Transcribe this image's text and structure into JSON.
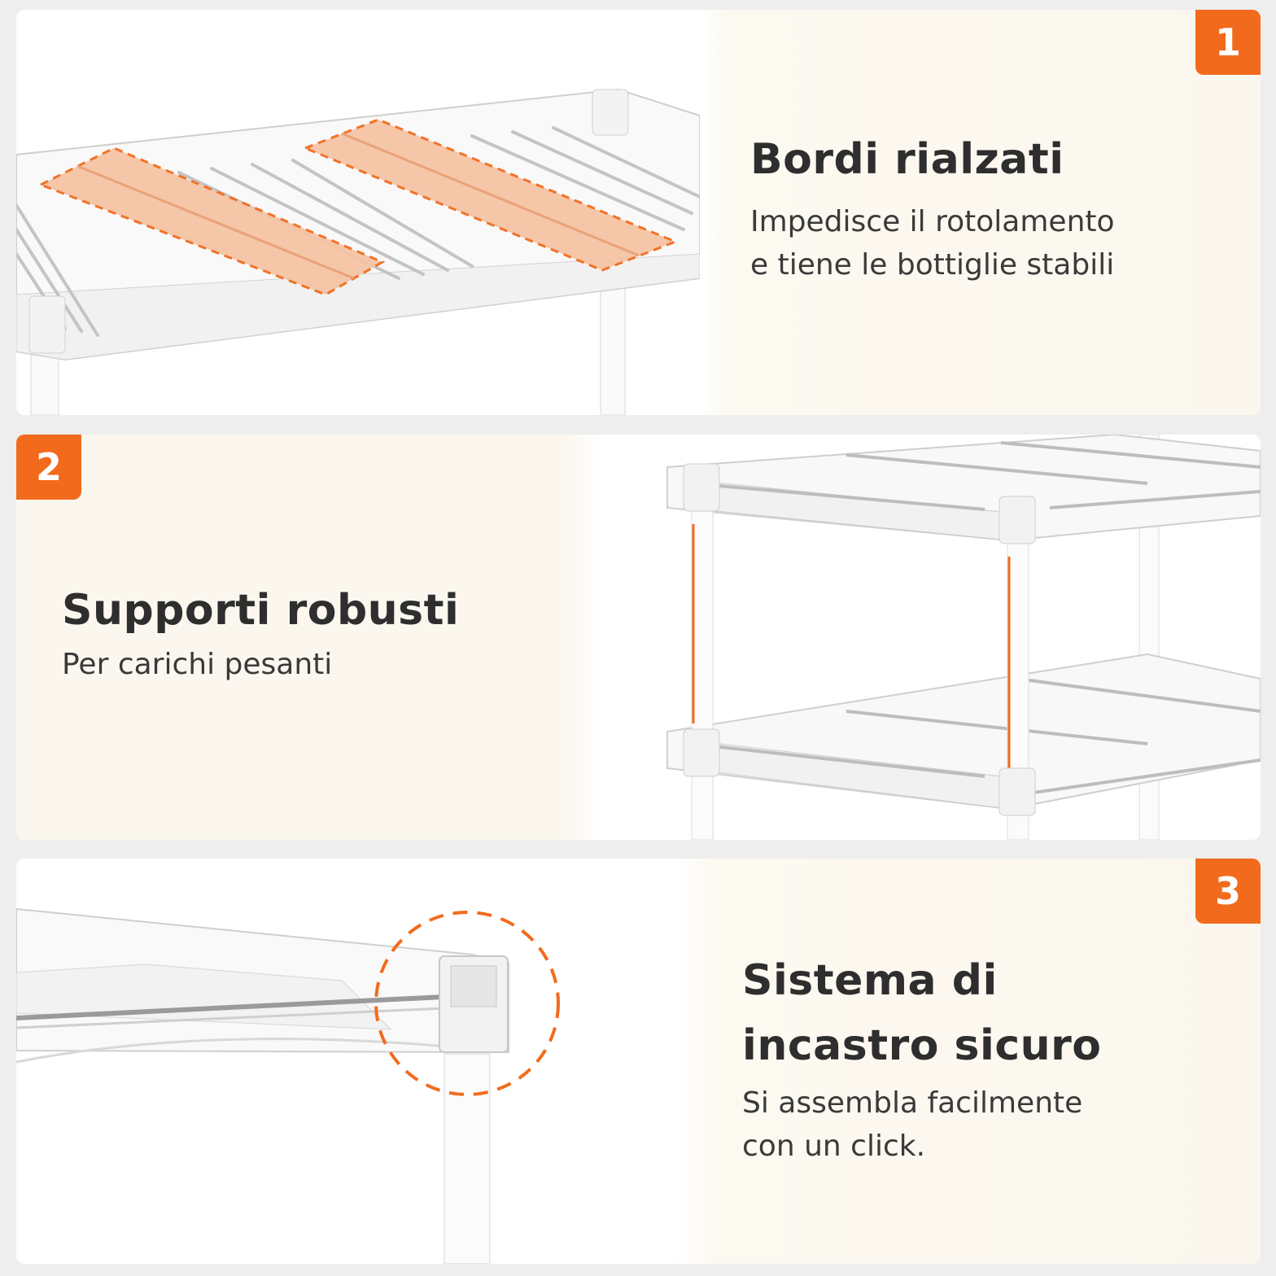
{
  "features": [
    {
      "number": "1",
      "title_lines": [
        "Bordi rialzati"
      ],
      "description_lines": [
        "Impedisce il rotolamento",
        "e tiene le bottiglie stabili"
      ],
      "illustration": "raised-edge-shelf-illustration"
    },
    {
      "number": "2",
      "title_lines": [
        "Supporti robusti"
      ],
      "description_lines": [
        "Per carichi pesanti"
      ],
      "illustration": "sturdy-support-rack-illustration"
    },
    {
      "number": "3",
      "title_lines": [
        "Sistema di",
        "incastro sicuro"
      ],
      "description_lines": [
        "Si assembla facilmente",
        "con un click."
      ],
      "illustration": "snap-lock-joint-illustration"
    }
  ],
  "colors": {
    "accent": "#f26b1d",
    "text": "#2e2e2e",
    "panel_warm": "#fbf7ee",
    "panel_white": "#ffffff",
    "page_bg": "#eeeeee"
  }
}
